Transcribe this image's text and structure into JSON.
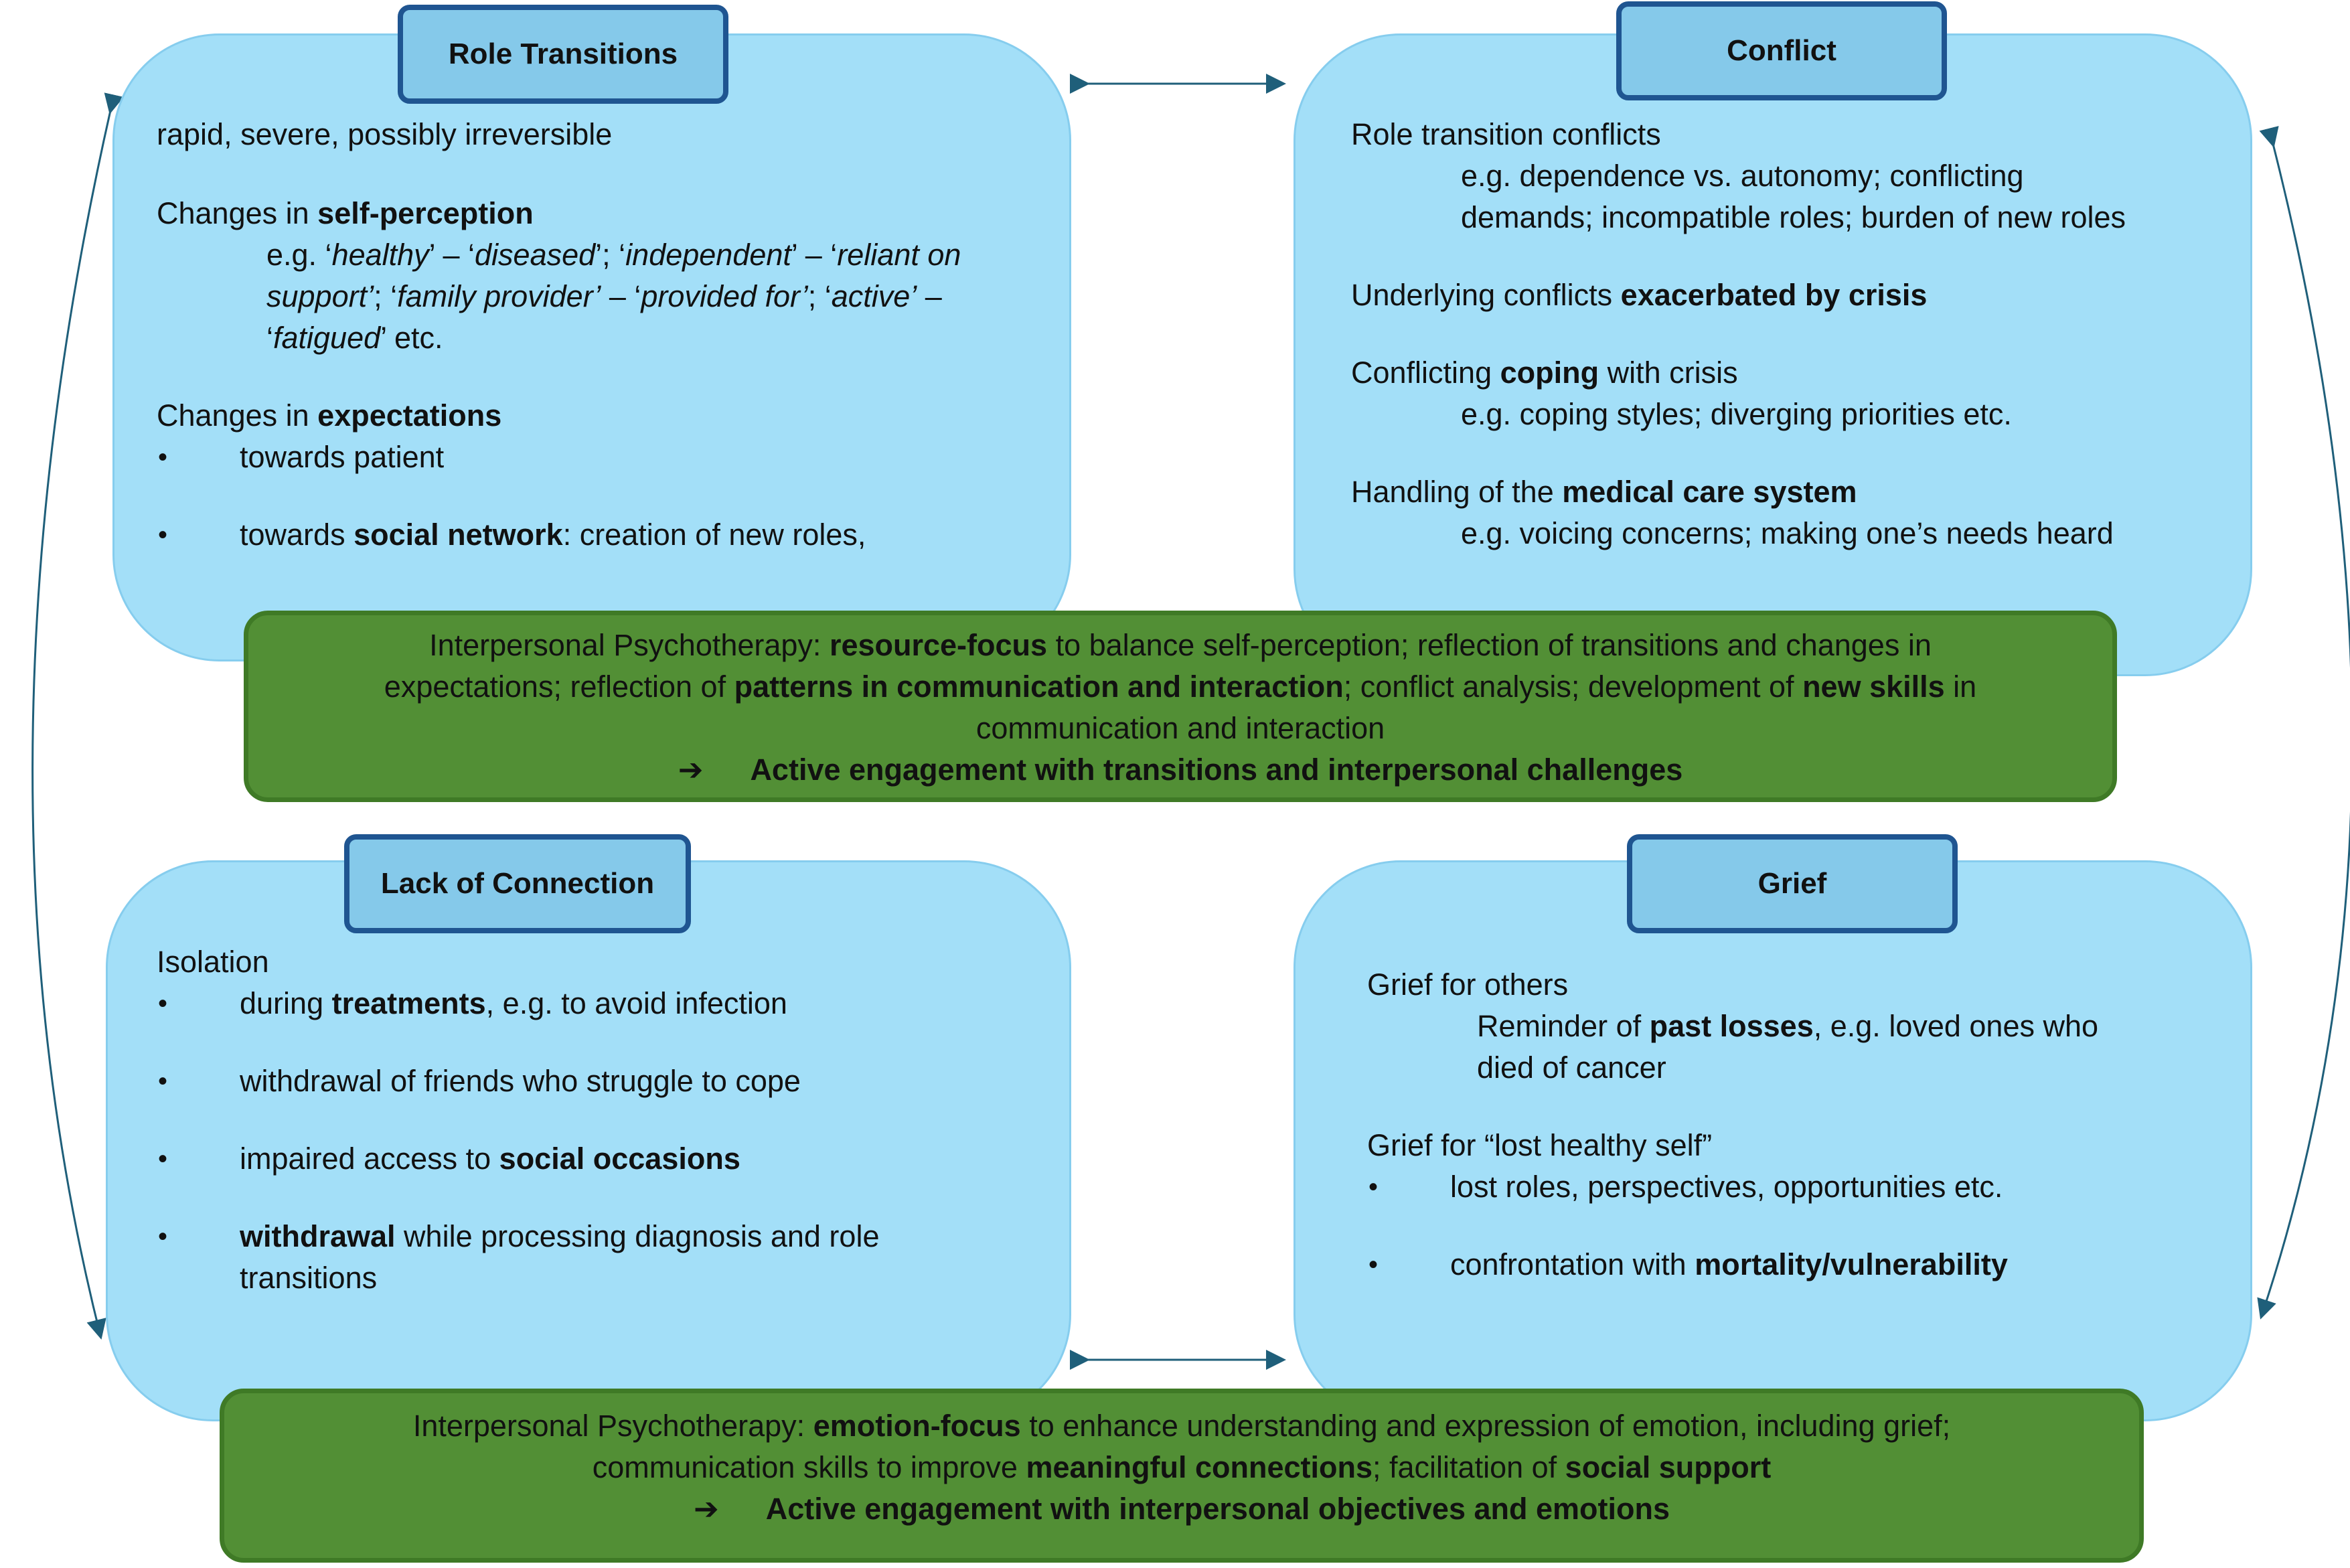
{
  "colors": {
    "box_fill": "#a3dff8",
    "tab_fill": "#85c9ea",
    "tab_border": "#1f5591",
    "green_fill": "#528f35",
    "arrow": "#1f5f7a"
  },
  "role_transitions": {
    "title": "Role Transitions",
    "intro": "rapid, severe, possibly irreversible",
    "self_perception": {
      "lead": "Changes in ",
      "bold": "self-perception",
      "examples": [
        [
          "e.g. ‘",
          "",
          "healthy",
          "i"
        ],
        [
          "’ – ‘",
          "",
          "diseased",
          "i"
        ],
        [
          "’; ‘",
          "",
          "independent",
          "i"
        ],
        [
          "’ – ‘",
          "",
          "reliant on",
          "i"
        ]
      ],
      "line1": {
        "a": "e.g. ‘",
        "b": "healthy",
        "c": "’ – ‘",
        "d": "diseased",
        "e": "’; ‘",
        "f": "independent",
        "g": "’ – ‘",
        "h": "reliant on"
      },
      "line2": {
        "a": "support’",
        "b": "; ‘",
        "c": "family provider’",
        "d": " – ‘",
        "e": "provided for’",
        "f": "; ‘",
        "g": "active’",
        "h": " –"
      },
      "line3": {
        "a": "‘",
        "b": "fatigued",
        "c": "’ etc."
      }
    },
    "expectations": {
      "lead": "Changes in ",
      "bold": "expectations",
      "bullet1": "towards patient",
      "bullet2_bold": "towards ",
      "bullet2_b": "social network",
      "bullet2_rest": ": creation of new roles,"
    }
  },
  "conflict": {
    "title": "Conflict",
    "p1": "Role transition conflicts",
    "p1_ex1": "e.g. dependence vs. autonomy; conflicting",
    "p1_ex2": "demands; incompatible roles; burden of new roles",
    "p2_a": "Underlying conflicts ",
    "p2_b": "exacerbated by crisis",
    "p3_a": "Conflicting ",
    "p3_b": "coping",
    "p3_c": " with crisis",
    "p3_ex": "e.g. coping styles; diverging priorities etc.",
    "p4_a": "Handling of the ",
    "p4_b": "medical care system",
    "p4_ex": "e.g. voicing concerns; making one’s needs heard"
  },
  "ipt_top": {
    "l1_a": "Interpersonal Psychotherapy: ",
    "l1_b": "resource-focus",
    "l1_c": " to balance self-perception; reflection of transitions and changes in",
    "l2_a": "expectations; reflection of ",
    "l2_b": "patterns in communication and interaction",
    "l2_c": "; conflict analysis; development of ",
    "l2_d": "new skills",
    "l2_e": " in",
    "l3": "communication and interaction",
    "arrow_glyph": "➔",
    "l4": "Active engagement with transitions and interpersonal challenges"
  },
  "lack_of_connection": {
    "title": "Lack of Connection",
    "intro": "Isolation",
    "b1_a": "during ",
    "b1_b": "treatments",
    "b1_c": ", e.g. to avoid infection",
    "b2": "withdrawal of friends who struggle to cope",
    "b3_a": "impaired access to ",
    "b3_b": "social occasions",
    "b4_a": "withdrawal",
    "b4_b": " while processing diagnosis and role",
    "b4_c": "transitions"
  },
  "grief": {
    "title": "Grief",
    "p1": "Grief for others",
    "p1_ex_a": "Reminder of ",
    "p1_ex_b": "past losses",
    "p1_ex_c": ", e.g. loved ones who",
    "p1_ex_d": "died of cancer",
    "p2": "Grief for “lost healthy self”",
    "b1": "lost roles, perspectives, opportunities etc.",
    "b2_a": "confrontation with ",
    "b2_b": "mortality/vulnerability"
  },
  "ipt_bottom": {
    "l1_a": "Interpersonal Psychotherapy: ",
    "l1_b": "emotion-focus",
    "l1_c": " to enhance understanding and expression of emotion, including grief;",
    "l2_a": "communication skills to improve ",
    "l2_b": "meaningful connections",
    "l2_c": "; facilitation of ",
    "l2_d": "social support",
    "arrow_glyph": "➔",
    "l3": "Active engagement with interpersonal objectives and emotions"
  },
  "bullet_glyph": "•"
}
